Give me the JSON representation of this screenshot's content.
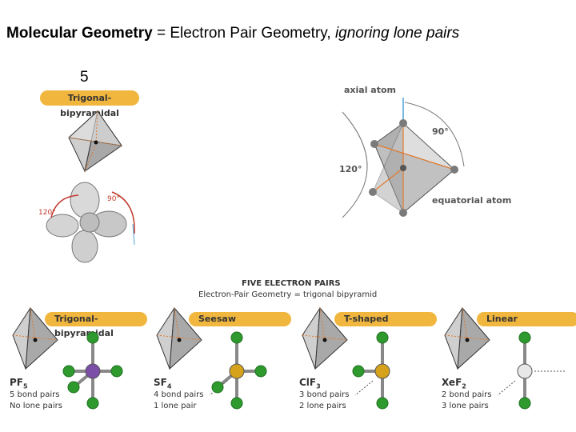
{
  "title": {
    "bold": "Molecular Geometry",
    "rest": " = Electron Pair Geometry, ",
    "italic": "ignoring lone pairs"
  },
  "top_left": {
    "number": "5",
    "pill": "Trigonal-bipyramidal",
    "angle_120": "120°",
    "angle_90": "90°"
  },
  "top_right": {
    "axial_label": "axial atom",
    "angle_90": "90°",
    "angle_120": "120°",
    "equatorial_label": "equatorial atom"
  },
  "bottom": {
    "heading": "FIVE ELECTRON PAIRS",
    "subheading": "Electron-Pair Geometry = trigonal bipyramid",
    "panels": [
      {
        "name": "Trigonal-bipyramidal",
        "formula": "PF",
        "sub": "5",
        "line1": "5 bond pairs",
        "line2": "No lone pairs"
      },
      {
        "name": "Seesaw",
        "formula": "SF",
        "sub": "4",
        "line1": "4 bond pairs",
        "line2": "1 lone pair"
      },
      {
        "name": "T-shaped",
        "formula": "ClF",
        "sub": "3",
        "line1": "3 bond pairs",
        "line2": "2 lone pairs"
      },
      {
        "name": "Linear",
        "formula": "XeF",
        "sub": "2",
        "line1": "2 bond pairs",
        "line2": "3 lone pairs"
      }
    ]
  },
  "colors": {
    "pill": "#f0b63e",
    "central_p": "#7b4fa8",
    "central_s": "#d6a21c",
    "central_xe": "#e8e8e8",
    "ligand": "#2e9a2e",
    "guide": "#e07a2e",
    "arc": "#c0392b",
    "axis": "#4aa3d6"
  }
}
